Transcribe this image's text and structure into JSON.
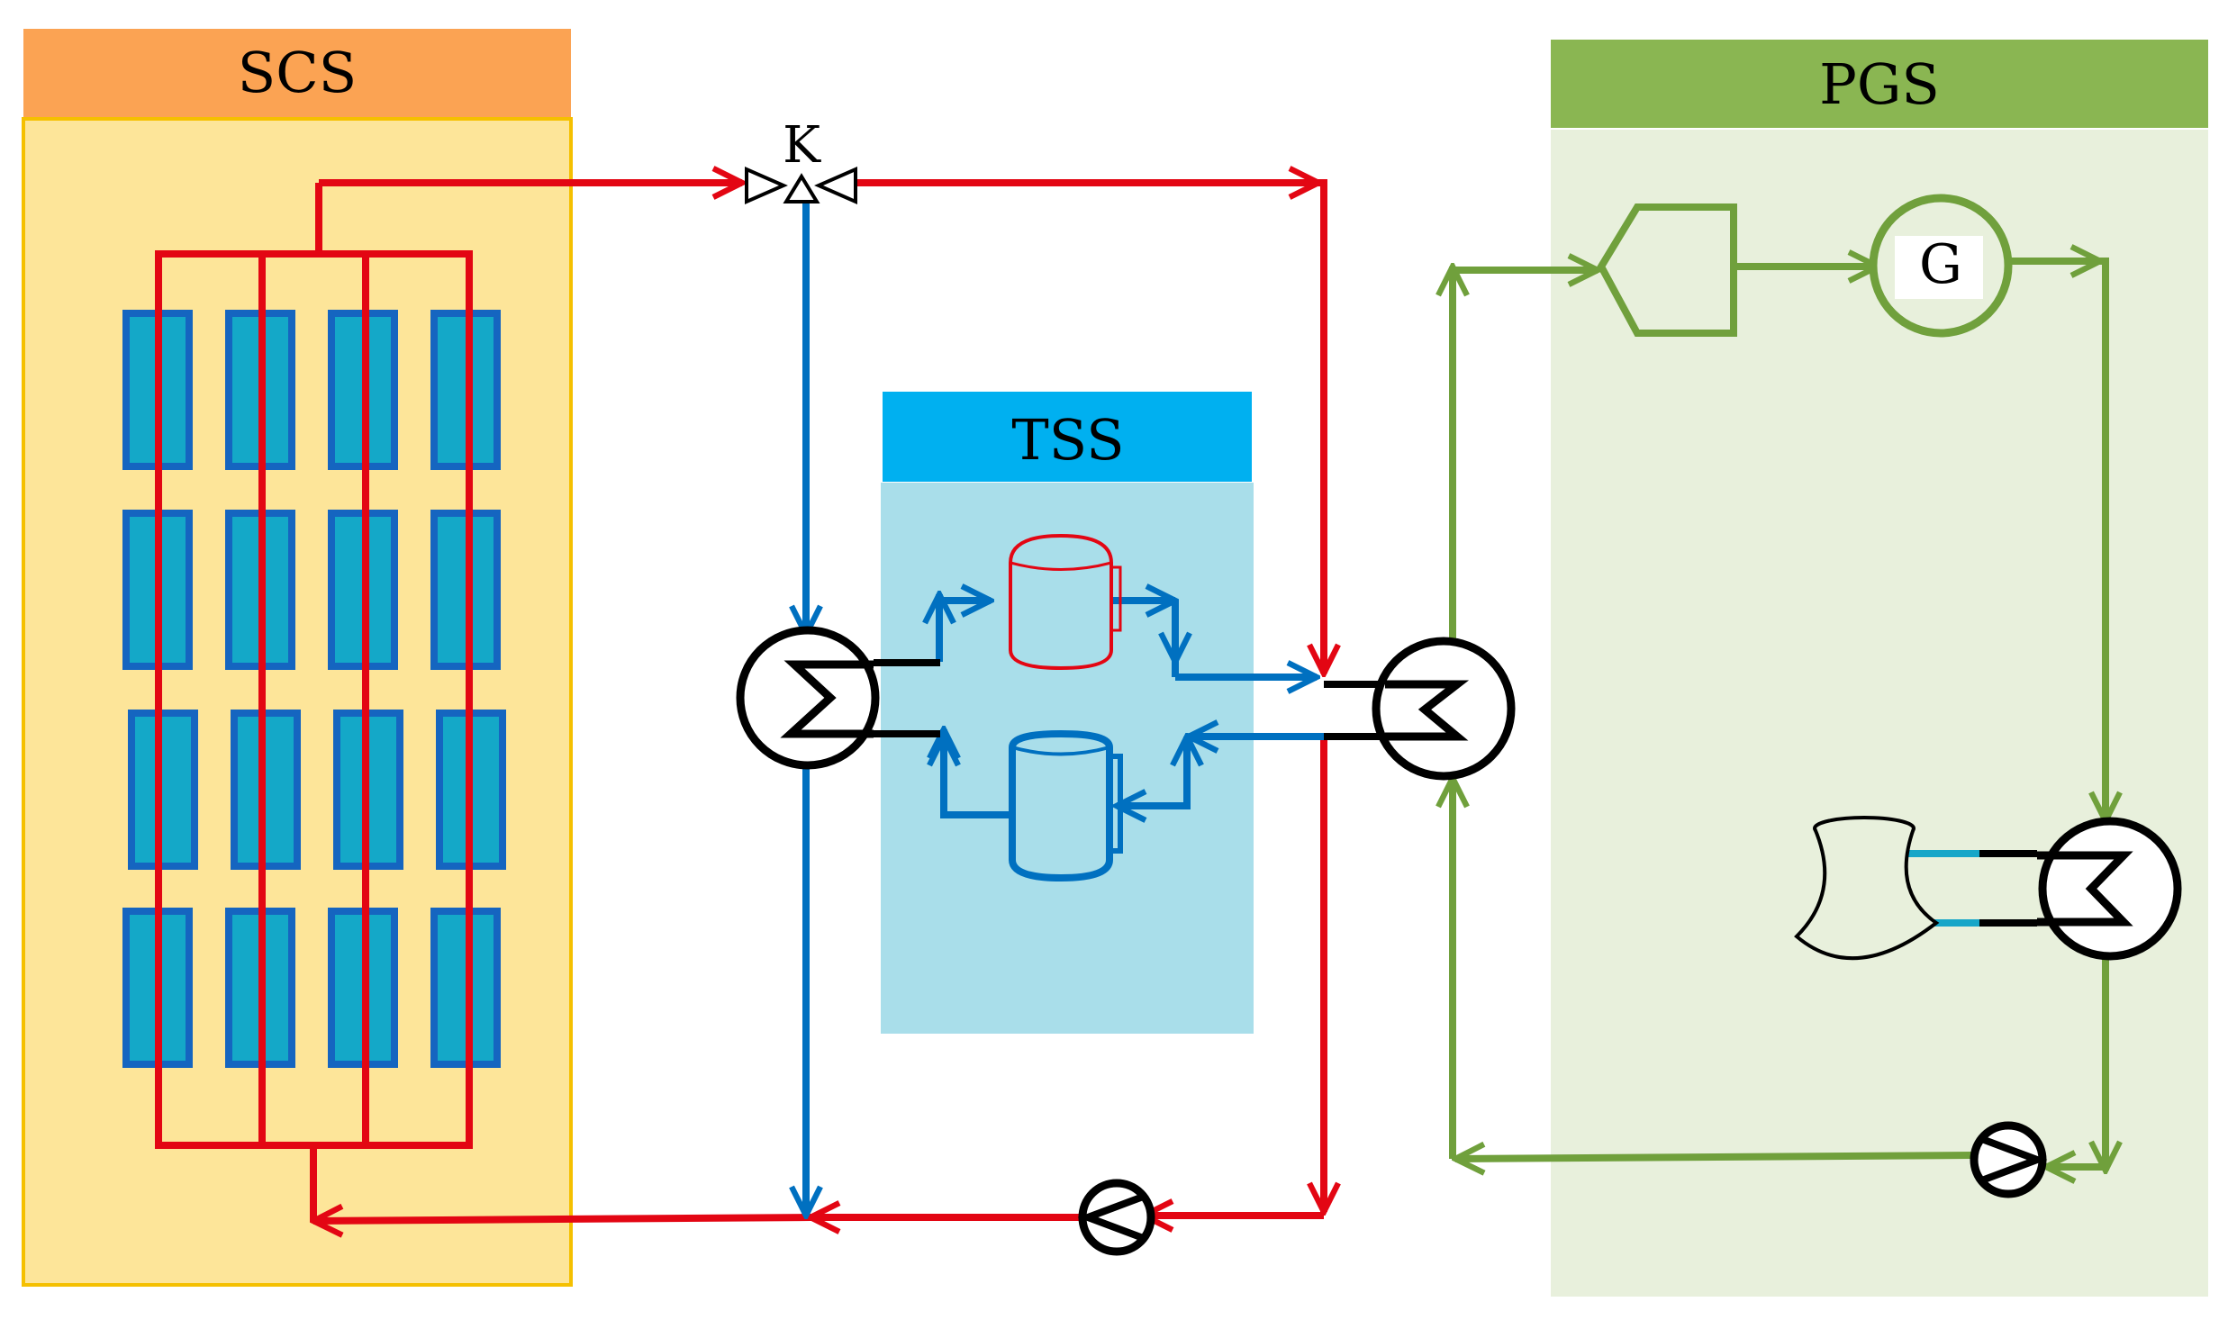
{
  "labels": {
    "scs": "SCS",
    "tss": "TSS",
    "pgs": "PGS",
    "valve": "K",
    "generator": "G"
  },
  "colors": {
    "scs_header": "#fba353",
    "scs_body": "#fde599",
    "scs_border": "#f5c000",
    "tss_header": "#00b0f0",
    "tss_body": "#a9deea",
    "pgs_header": "#8ab652",
    "pgs_body": "#e8f0dc",
    "red_loop": "#e30613",
    "blue_loop": "#0070c0",
    "green_loop": "#70a03c",
    "collector_fill": "#14a8c8",
    "collector_border": "#1565c0",
    "cooling_pipe": "#16a6c8"
  },
  "components": {
    "collector_icon": "solar-collector-panel",
    "valve_icon": "three-way-valve",
    "heat_exchanger_icon": "heat-exchanger",
    "pump_icon": "pump",
    "hot_tank_icon": "hot-storage-tank",
    "cold_tank_icon": "cold-storage-tank",
    "turbine_icon": "turbine",
    "generator_icon": "generator",
    "cooling_tower_icon": "cooling-tower"
  }
}
